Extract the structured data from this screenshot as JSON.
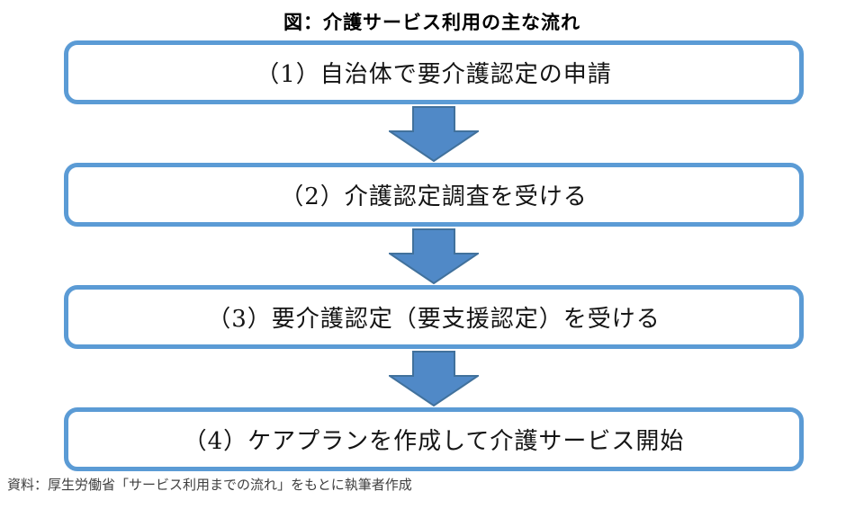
{
  "title": "図：介護サービス利用の主な流れ",
  "flow": {
    "steps": [
      {
        "label": "（1）自治体で要介護認定の申請"
      },
      {
        "label": "（2）介護認定調査を受ける"
      },
      {
        "label": "（3）要介護認定（要支援認定）を受ける"
      },
      {
        "label": "（4）ケアプランを作成して介護サービス開始"
      }
    ]
  },
  "source_note": "資料：厚生労働省「サービス利用までの流れ」をもとに執筆者作成",
  "colors": {
    "box_border": "#5B9BD5",
    "arrow_fill": "#5089C7",
    "arrow_stroke": "#41719C"
  }
}
